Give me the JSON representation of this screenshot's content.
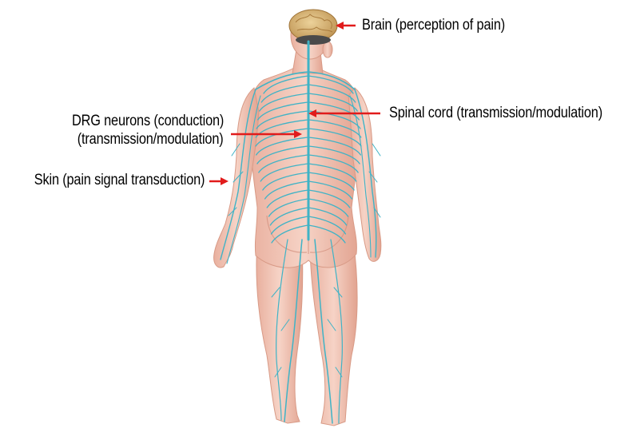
{
  "labels": {
    "brain": "Brain (perception of pain)",
    "spinal_cord": "Spinal cord (transmission/modulation)",
    "drg_line1": "DRG neurons (conduction)",
    "drg_line2": "(transmission/modulation)",
    "skin": "Skin (pain signal transduction)"
  },
  "colors": {
    "arrow": "#e11b1b",
    "nerve": "#3fb3c6",
    "skin": "#f1c3b4",
    "skin_shade": "#e3a592",
    "brain": "#d9b573",
    "background": "#ffffff"
  }
}
